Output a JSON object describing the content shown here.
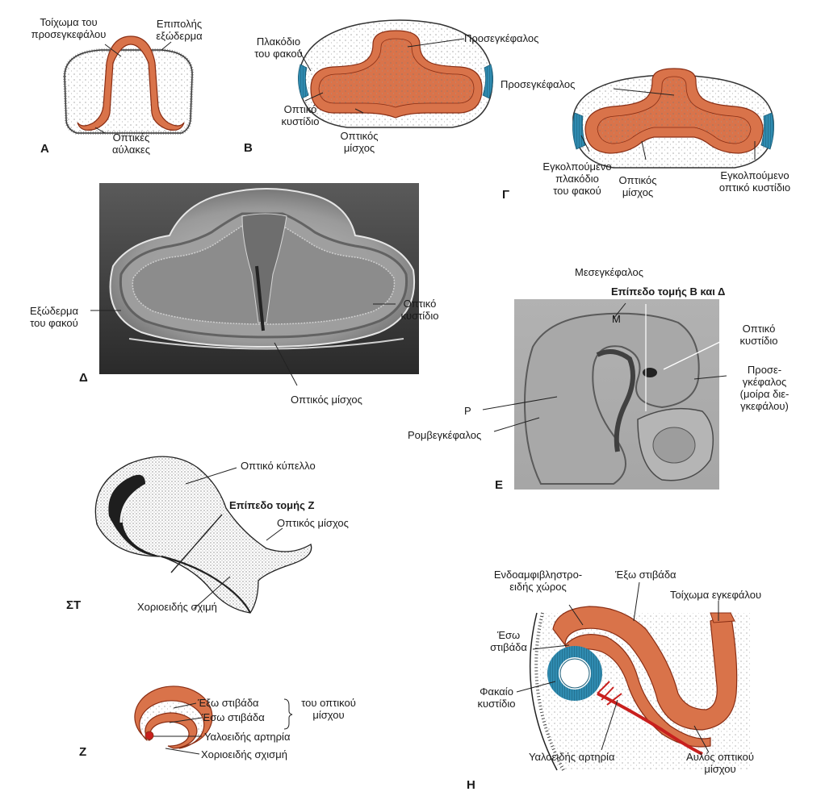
{
  "colors": {
    "neural": "#d9734a",
    "neural_dark": "#8a2e14",
    "lens": "#2f8bb0",
    "artery": "#c8201e",
    "photo_bg": "#3a3a3a",
    "photo_tissue": "#b9b9b9"
  },
  "panels": {
    "A": {
      "letter": "A",
      "forebrain_wall": "Τοίχωμα του\nπροσεγκεφάλου",
      "surface_ectoderm": "Επιπολής\nεξώδερμα",
      "optic_grooves": "Οπτικές\nαύλακες"
    },
    "B": {
      "letter": "B",
      "lens_placode": "Πλακόδιο\nτου φακού",
      "forebrain": "Προσεγκέφαλος",
      "optic_vesicle": "Οπτικό\nκυστίδιο",
      "optic_stalk": "Οπτικός\nμίσχος"
    },
    "G": {
      "letter": "Γ",
      "forebrain": "Προσεγκέφαλος",
      "invaginating_placode": "Εγκολπούμενο\nπλακόδιο\nτου φακού",
      "optic_stalk": "Οπτικός\nμίσχος",
      "invaginating_vesicle": "Εγκολπούμενο\nοπτικό κυστίδιο"
    },
    "D": {
      "letter": "Δ",
      "lens_ectoderm": "Εξώδερμα\nτου φακού",
      "optic_vesicle": "Οπτικό\nκυστίδιο",
      "optic_stalk": "Οπτικός μίσχος"
    },
    "E": {
      "letter": "E",
      "mesencephalon": "Μεσεγκέφαλος",
      "section_plane": "Επίπεδο τομής B και Δ",
      "m": "M",
      "optic_vesicle": "Οπτικό\nκυστίδιο",
      "forebrain": "Προσε-\nγκέφαλος\n(μοίρα διε-\nγκεφάλου)",
      "r": "P",
      "rhombencephalon": "Ρομβεγκέφαλος"
    },
    "ST": {
      "letter": "ΣT",
      "optic_cup": "Οπτικό κύπελλο",
      "section_plane": "Επίπεδο τομής Z",
      "optic_stalk": "Οπτικός μίσχος",
      "choroid_fissure": "Χοριοειδής σχιμή"
    },
    "Z": {
      "letter": "Z",
      "outer_layer": "Έξω στιβάδα",
      "inner_layer": "Έσω στιβάδα",
      "of_stalk": "του οπτικού\nμίσχου",
      "hyaloid_artery": "Υαλοειδής αρτηρία",
      "choroid_fissure": "Χοριοειδής σχισμή"
    },
    "H": {
      "letter": "H",
      "intraretinal_space": "Ενδοαμφιβληστρο-\nειδής χώρος",
      "outer_layer": "Έξω στιβάδα",
      "brain_wall": "Τοίχωμα εγκεφάλου",
      "inner_layer": "Έσω\nστιβάδα",
      "lens_vesicle": "Φακαίο\nκυστίδιο",
      "hyaloid_artery": "Υαλοειδής αρτηρία",
      "stalk_lumen": "Αυλός οπτικού\nμίσχου"
    }
  }
}
